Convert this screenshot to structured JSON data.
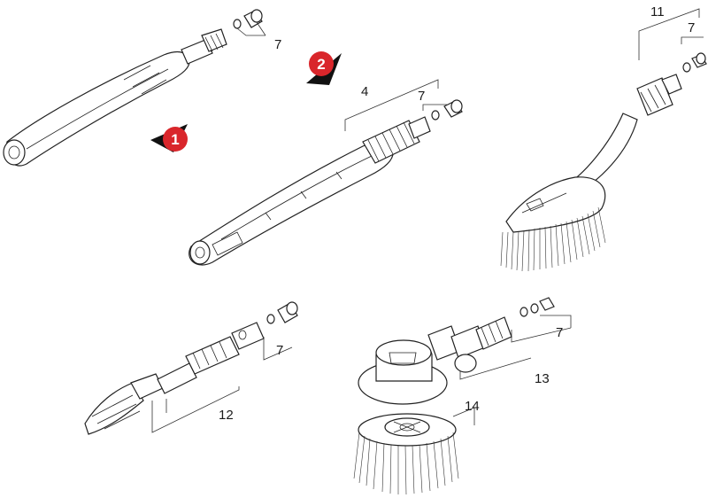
{
  "diagram": {
    "part_labels": {
      "p7a": "7",
      "p7b": "7",
      "p7c": "7",
      "p7d": "7",
      "p7e": "7",
      "p4": "4",
      "p11": "11",
      "p12": "12",
      "p13": "13",
      "p14": "14"
    },
    "badges": {
      "b1": "1",
      "b2": "2"
    },
    "colors": {
      "badge_red": "#d9262b",
      "badge_shadow": "#111111",
      "line": "#222222"
    }
  }
}
